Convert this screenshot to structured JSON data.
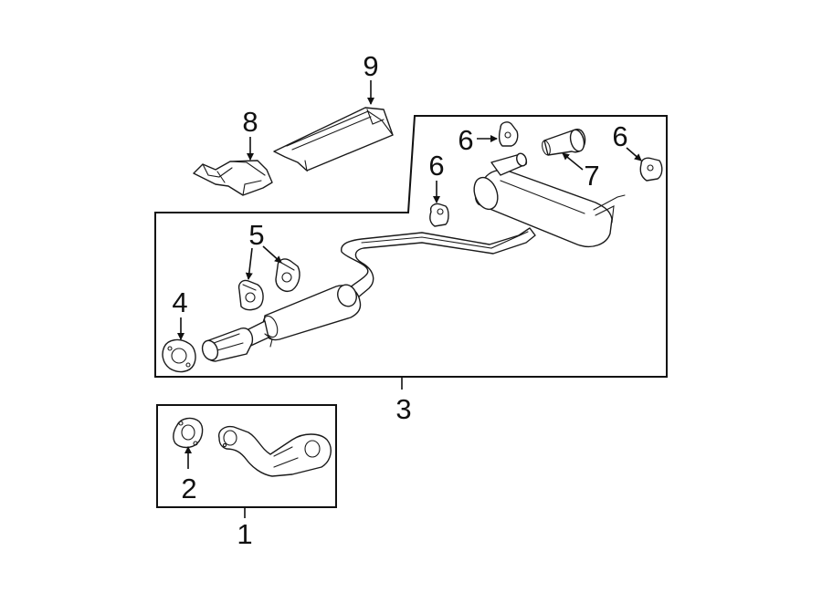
{
  "diagram": {
    "callouts": {
      "c1": "1",
      "c2": "2",
      "c3": "3",
      "c4": "4",
      "c5": "5",
      "c6a": "6",
      "c6b": "6",
      "c6c": "6",
      "c7": "7",
      "c8": "8",
      "c9": "9"
    },
    "colors": {
      "line": "#111111",
      "background": "#ffffff"
    }
  }
}
